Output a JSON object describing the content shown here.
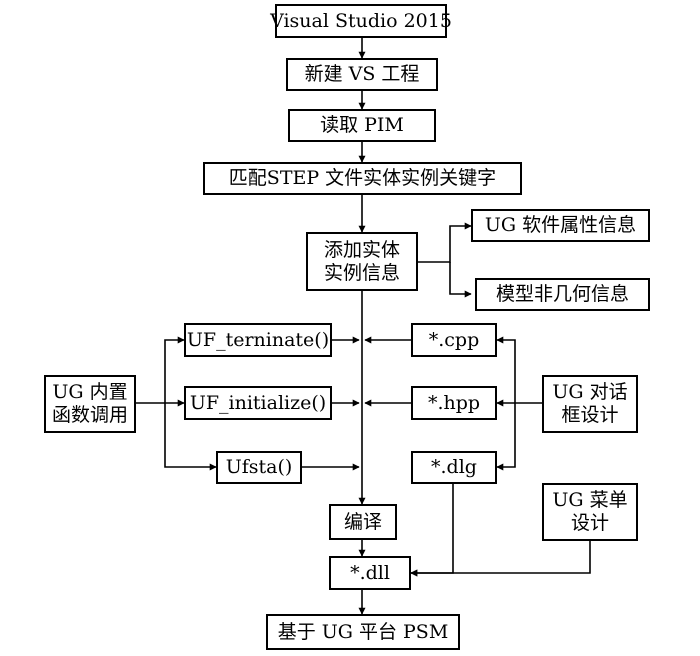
{
  "nodes": {
    "vs2015": "Visual Studio 2015",
    "new_project": "新建 VS 工程",
    "read_pim": "读取 PIM",
    "match_step": "匹配STEP 文件实体实例关键字",
    "add_entity_l1": "添加实体",
    "add_entity_l2": "实例信息",
    "ug_attr": "UG 软件属性信息",
    "model_nongeo": "模型非几何信息",
    "uf_terminate": "UF_terninate()",
    "uf_initialize": "UF_initialize()",
    "ufsta": "Ufsta()",
    "ug_builtin_l1": "UG 内置",
    "ug_builtin_l2": "函数调用",
    "cpp": "*.cpp",
    "hpp": "*.hpp",
    "dlg": "*.dlg",
    "ug_dialog_l1": "UG 对话",
    "ug_dialog_l2": "框设计",
    "ug_menu_l1": "UG 菜单",
    "ug_menu_l2": "设计",
    "compile": "编译",
    "dll": "*.dll",
    "psm": "基于 UG 平台 PSM"
  },
  "colors": {
    "stroke": "#000000",
    "background": "#ffffff"
  }
}
